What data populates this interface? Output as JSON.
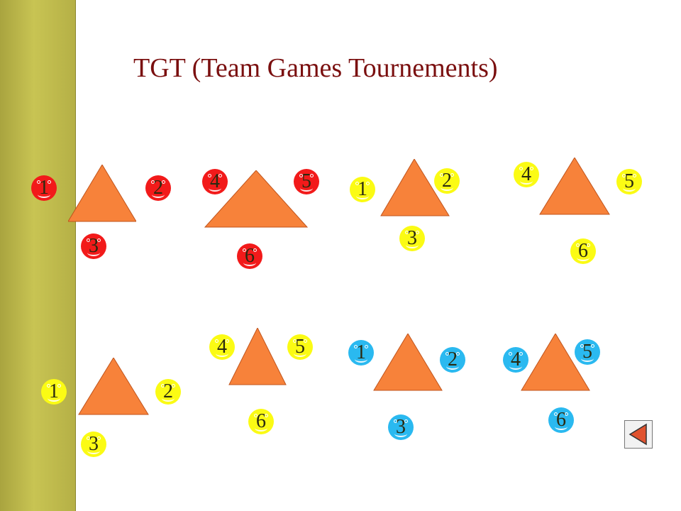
{
  "title": "TGT (Team Games Tournements)",
  "colors": {
    "triangle": "#f7823a",
    "red": "#f21a1a",
    "yellow": "#fbfb14",
    "blue": "#2ab9f0",
    "title": "#7a0f0f"
  },
  "groups": [
    {
      "id": "top-1",
      "tokens": [
        {
          "label": "1",
          "color": "red"
        },
        {
          "label": "2",
          "color": "red"
        },
        {
          "label": "3",
          "color": "red"
        }
      ]
    },
    {
      "id": "top-2",
      "tokens": [
        {
          "label": "4",
          "color": "red"
        },
        {
          "label": "5",
          "color": "red"
        },
        {
          "label": "6",
          "color": "red"
        }
      ]
    },
    {
      "id": "top-3",
      "tokens": [
        {
          "label": "1",
          "color": "yellow"
        },
        {
          "label": "2",
          "color": "yellow"
        },
        {
          "label": "3",
          "color": "yellow"
        }
      ]
    },
    {
      "id": "top-4",
      "tokens": [
        {
          "label": "4",
          "color": "yellow"
        },
        {
          "label": "5",
          "color": "yellow"
        },
        {
          "label": "6",
          "color": "yellow"
        }
      ]
    },
    {
      "id": "bottom-1",
      "tokens": [
        {
          "label": "1",
          "color": "yellow"
        },
        {
          "label": "2",
          "color": "yellow"
        },
        {
          "label": "3",
          "color": "yellow"
        }
      ]
    },
    {
      "id": "bottom-2",
      "tokens": [
        {
          "label": "4",
          "color": "yellow"
        },
        {
          "label": "5",
          "color": "yellow"
        },
        {
          "label": "6",
          "color": "yellow"
        }
      ]
    },
    {
      "id": "bottom-3",
      "tokens": [
        {
          "label": "1",
          "color": "blue"
        },
        {
          "label": "2",
          "color": "blue"
        },
        {
          "label": "3",
          "color": "blue"
        }
      ]
    },
    {
      "id": "bottom-4",
      "tokens": [
        {
          "label": "4",
          "color": "blue"
        },
        {
          "label": "5",
          "color": "blue"
        },
        {
          "label": "6",
          "color": "blue"
        }
      ]
    }
  ],
  "nav": {
    "icon": "back-arrow-icon"
  }
}
